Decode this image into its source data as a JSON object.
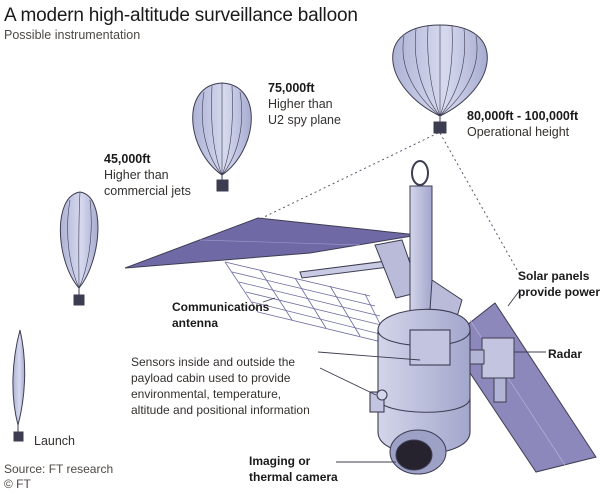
{
  "title": "A modern high-altitude surveillance balloon",
  "subtitle": "Possible instrumentation",
  "altitudes": [
    {
      "height": "",
      "desc": "Launch"
    },
    {
      "height": "45,000ft",
      "desc": "Higher than commercial jets"
    },
    {
      "height": "75,000ft",
      "desc": "Higher than U2 spy plane"
    },
    {
      "height": "80,000ft - 100,000ft",
      "desc": "Operational height"
    }
  ],
  "labels": {
    "solar": "Solar panels provide power",
    "comms": "Communications antenna",
    "radar": "Radar",
    "sensors": "Sensors inside and outside the payload cabin used to provide environmental, temperature, altitude and positional information",
    "camera": "Imaging or thermal camera"
  },
  "footer": {
    "source": "Source: FT research",
    "credit": "© FT"
  },
  "colors": {
    "balloon": "#c9cde6",
    "balloon_dark": "#9da3c9",
    "payload": "#b9bbd9",
    "solar_panel": "#6f6aa6",
    "outline": "#3d3d52",
    "background": "#ffffff"
  }
}
